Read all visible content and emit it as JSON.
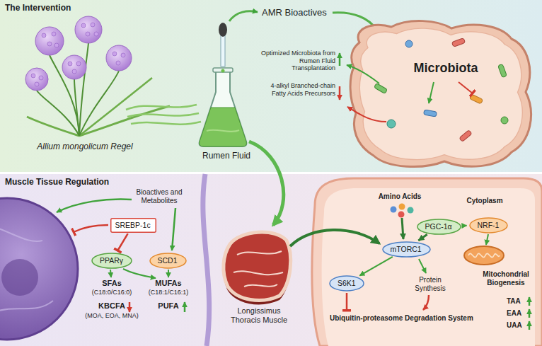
{
  "diagram": {
    "nodes": [
      {
        "text": [
          "The Intervention"
        ]
      },
      {
        "text": [
          "Muscle Tissue Regulation"
        ]
      },
      {
        "text": [
          "SREBP-1c"
        ],
        "in": 1
      },
      {
        "text": [
          "PPARγ"
        ],
        "in": 1
      },
      {
        "text": [
          "SCD1"
        ],
        "in": 1
      },
      {
        "text": [
          "PGC-1α"
        ],
        "in": 1
      },
      {
        "text": [
          "NRF-1"
        ],
        "in": 1
      },
      {
        "text": [
          "mTORC1"
        ],
        "in": 1
      },
      {
        "text": [
          "S6K1"
        ],
        "in": 1
      }
    ],
    "edges": [
      {
        "from": 2,
        "to": 3,
        "arrow": "to"
      },
      {
        "from": 5,
        "to": 6,
        "arrow": "to"
      },
      {
        "from": 5,
        "to": 7,
        "arrow": "to"
      },
      {
        "from": 7,
        "to": 8,
        "arrow": "to"
      }
    ],
    "labels": [
      "Allium mongolicum Regel",
      "Rumen Fluid",
      "AMR Bioactives",
      "Optimized Microbiota from Rumen Fluid Transplantation",
      "4-alkyl Branched-chain Fatty Acids Precursors",
      "Microbiota",
      "Bioactives and Metabolites",
      "SFAs",
      "(C18:0/C16:0)",
      "MUFAs",
      "(C18:1/C16:1)",
      "KBCFA",
      "(MOA, EOA, MNA)",
      "PUFA",
      "Longissimus Thoracis Muscle",
      "Amino Acids",
      "Cytoplasm",
      "Mitochondrial Biogenesis",
      "Protein Synthesis",
      "Ubiquitin-proteasome Degradation System",
      "TAA",
      "EAA",
      "UAA"
    ]
  }
}
